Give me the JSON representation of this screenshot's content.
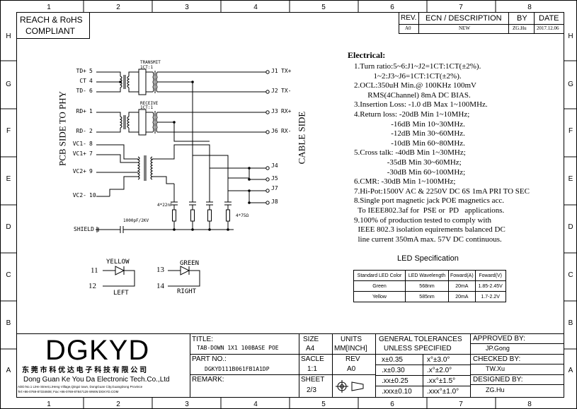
{
  "frame": {
    "cols": [
      "1",
      "2",
      "3",
      "4",
      "5",
      "6",
      "7",
      "8"
    ],
    "rows": [
      "H",
      "G",
      "F",
      "E",
      "D",
      "C",
      "B",
      "A"
    ]
  },
  "compliance": {
    "line1": "REACH & RoHS",
    "line2": "COMPLIANT"
  },
  "revision_table": {
    "headers": {
      "rev": "REV.",
      "ecn": "ECN / DESCRIPTION",
      "by": "BY",
      "date": "DATE"
    },
    "row": {
      "rev": "A0",
      "ecn": "NEW",
      "by": "ZG.Hu",
      "date": "2017.12.06"
    }
  },
  "schematic": {
    "left_pins": [
      {
        "label": "TD+",
        "num": "5"
      },
      {
        "label": "CT",
        "num": "4"
      },
      {
        "label": "TD-",
        "num": "6"
      },
      {
        "label": "RD+",
        "num": "1"
      },
      {
        "label": "RD-",
        "num": "2"
      },
      {
        "label": "VC1-",
        "num": "8"
      },
      {
        "label": "VC1+",
        "num": "7"
      },
      {
        "label": "VC2+",
        "num": "9"
      },
      {
        "label": "VC2-",
        "num": "10"
      }
    ],
    "right_pins": [
      {
        "label": "J1",
        "sig": "TX+"
      },
      {
        "label": "J2",
        "sig": "TX-"
      },
      {
        "label": "J3",
        "sig": "RX+"
      },
      {
        "label": "J6",
        "sig": "RX-"
      },
      {
        "label": "J4",
        "sig": ""
      },
      {
        "label": "J5",
        "sig": ""
      },
      {
        "label": "J7",
        "sig": ""
      },
      {
        "label": "J8",
        "sig": ""
      }
    ],
    "transmit_label": "TRANSMIT",
    "transmit_ratio": "1CT:1",
    "receive_label": "RECEIVE",
    "receive_ratio": "1CT:1",
    "cap_label": "4*22nF",
    "res_label": "4*75Ω",
    "shield_label": "SHIELD",
    "shield_cap": "1000pF/2KV",
    "pcb_side": "PCB SIDE TO PHY",
    "cable_side": "CABLE SIDE",
    "led_left": {
      "color": "YELLOW",
      "pin_a": "11",
      "pin_k": "12",
      "name": "LEFT"
    },
    "led_right": {
      "color": "GREEN",
      "pin_a": "13",
      "pin_k": "14",
      "name": "RIGHT"
    }
  },
  "electrical": {
    "title": "Electrical:",
    "lines": [
      "1.Turn ratio:5~6:J1~J2=1CT:1CT(±2%).",
      "          1~2:J3~J6=1CT:1CT(±2%).",
      "2.OCL:350uH Min.@ 100KHz 100mV",
      "       RMS(4Channel) 8mA DC BIAS.",
      "3.Insertion Loss: -1.0 dB Max 1~100MHz.",
      "4.Return loss: -20dB Min 1~10MHz;",
      "                   -16dB Min 10~30MHz.",
      "                   -12dB Min 30~60MHz.",
      "                   -10dB Min 60~80MHz.",
      "5.Cross talk: -40dB Min 1~30MHz;",
      "                 -35dB Min 30~60MHz;",
      "                 -30dB Min 60~100MHz;",
      "6.CMR: -30dB Min 1~100MHz;",
      "7.Hi-Pot:1500V AC & 2250V DC 6S 1mA PRI TO SEC",
      "8.Single port magnetic jack POE magnetics acc.",
      "  To IEEE802.3af for  PSE or  PD   applications.",
      "9.100% of production tested to comply with",
      "  IEEE 802.3 isolation equirements balanced DC",
      "  line current 350mA max. 57V DC continuous."
    ]
  },
  "led_spec": {
    "title": "LED Specification",
    "headers": [
      "Standard LED Color",
      "LED Wavelength",
      "Foward(A)",
      "Foward(V)"
    ],
    "rows": [
      [
        "Green",
        "568nm",
        "20mA",
        "1.85-2.45V"
      ],
      [
        "Yellow",
        "585nm",
        "20mA",
        "1.7-2.2V"
      ]
    ]
  },
  "title_block": {
    "logo": "DGKYD",
    "company_cn": "东 莞 市 科 优 达 电 子 科 技 有 限 公 司",
    "company_en": "Dong Guan Ke You Da Electronic Tech.Co.,Ltd",
    "address": "ADD:No.1 LiHe Street,LiHeng Village,Qingxi town, DongGuan City,GuangDong Province",
    "contact": "Tel:+86-0769-87334608; Fax:+86-0769-87847129  WWW.DGKYD.COM",
    "title_label": "TITLE:",
    "title_value": "TAB-DOWN 1X1 100BASE POE",
    "part_label": "PART NO.:",
    "part_value": "DGKYD111B061FB1A1DP",
    "remark_label": "REMARK:",
    "size_label": "SIZE",
    "size_value": "A4",
    "scale_label": "SACLE",
    "scale_value": "1:1",
    "sheet_label": "SHEET",
    "sheet_value": "2/3",
    "units_label": "UNITS",
    "units_value": "MM[INCH]",
    "rev_label": "REV",
    "rev_value": "A0",
    "tol_line1": "GENERAL TOLERANCES",
    "tol_line2": "UNLESS SPECIFIED",
    "tolerances": [
      [
        "x±0.35",
        "x°±3.0°"
      ],
      [
        ".x±0.30",
        ".x°±2.0°"
      ],
      [
        ".xx±0.25",
        ".xx°±1.5°"
      ],
      [
        ".xxx±0.10",
        ".xxx°±1.0°"
      ]
    ],
    "approved_label": "APPROVED BY:",
    "approved_value": "JP.Gong",
    "checked_label": "CHECKED BY:",
    "checked_value": "TW.Xu",
    "designed_label": "DESIGNED BY:",
    "designed_value": "ZG.Hu"
  }
}
